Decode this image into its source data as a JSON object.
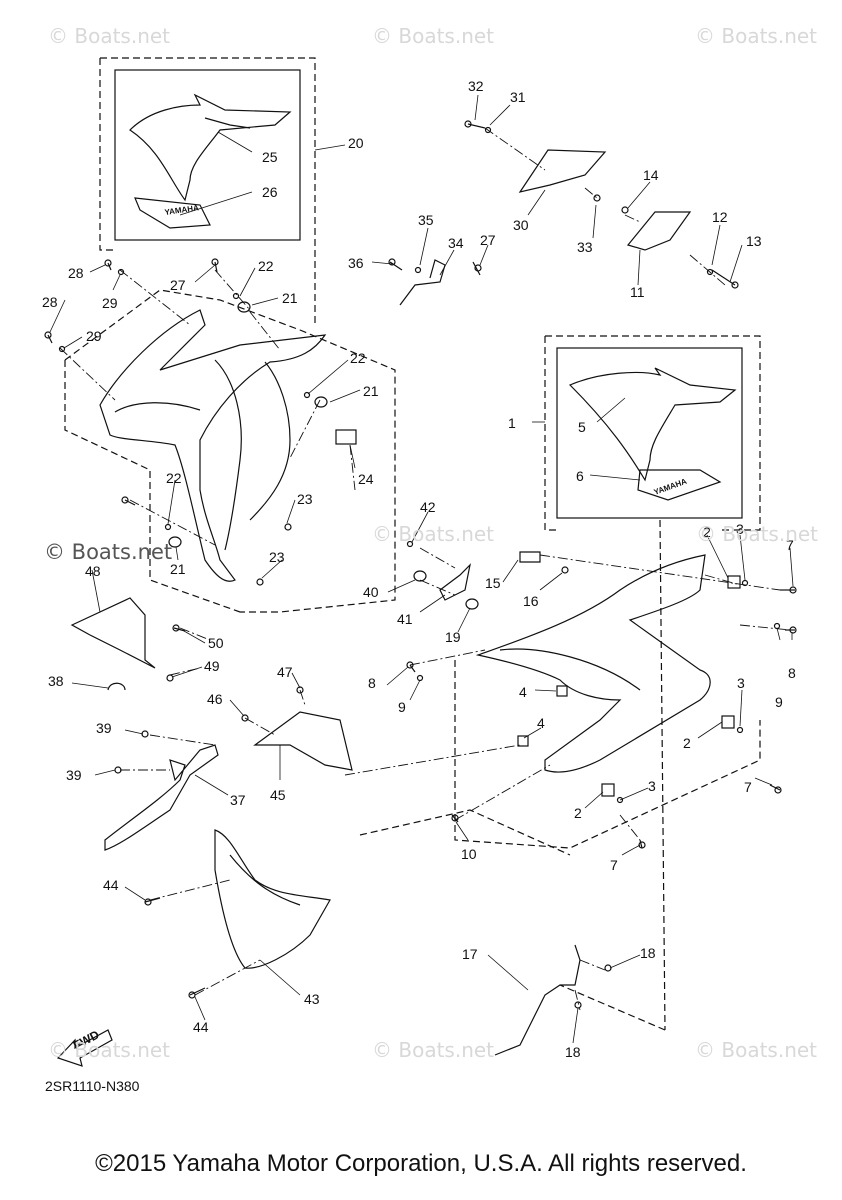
{
  "watermark": "© Boats.net",
  "diagram_code": "2SR1110-N380",
  "fwd_label": "FWD",
  "decal_logo": "YAMAHA",
  "copyright": "©2015 Yamaha Motor Corporation, U.S.A. All rights reserved.",
  "callouts": [
    "1",
    "2",
    "3",
    "4",
    "5",
    "6",
    "7",
    "8",
    "9",
    "10",
    "11",
    "12",
    "13",
    "14",
    "15",
    "16",
    "17",
    "18",
    "19",
    "20",
    "21",
    "22",
    "23",
    "24",
    "25",
    "26",
    "27",
    "28",
    "29",
    "30",
    "31",
    "32",
    "33",
    "34",
    "35",
    "36",
    "37",
    "38",
    "39",
    "40",
    "41",
    "42",
    "43",
    "44",
    "45",
    "46",
    "47",
    "48",
    "49",
    "50"
  ]
}
